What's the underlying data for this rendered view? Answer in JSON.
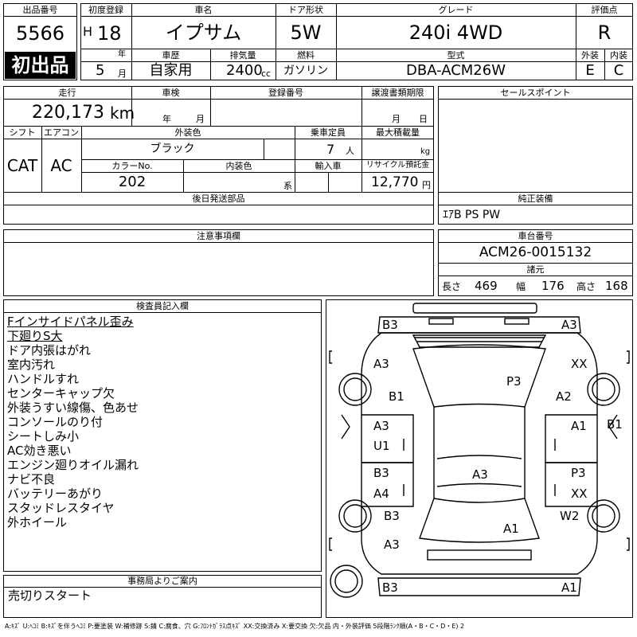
{
  "header": {
    "lot_label": "出品番号",
    "lot_number": "5566",
    "first_listing": "初出品",
    "reg_label": "初度登録",
    "reg_era": "H",
    "reg_year": "18",
    "reg_year_unit": "年",
    "reg_month": "5",
    "reg_month_unit": "月",
    "name_label": "車名",
    "car_name": "イプサム",
    "door_label": "ドア形状",
    "door": "5W",
    "grade_label": "グレード",
    "grade": "240i 4WD",
    "score_label": "評価点",
    "score": "R",
    "history_label": "車歴",
    "history": "自家用",
    "displacement_label": "排気量",
    "displacement": "2400",
    "displacement_unit": "cc",
    "fuel_label": "燃料",
    "fuel": "ガソリン",
    "model_label": "型式",
    "model": "DBA-ACM26W",
    "ext_label": "外装",
    "ext_grade": "E",
    "int_label": "内装",
    "int_grade": "C"
  },
  "row2": {
    "mileage_label": "走行",
    "mileage": "220,173",
    "mileage_unit": "km",
    "inspection_label": "車検",
    "insp_year_unit": "年",
    "insp_month_unit": "月",
    "plate_label": "登録番号",
    "transfer_label": "譲渡書類期限",
    "transfer_month_unit": "月",
    "transfer_day_unit": "日",
    "shift_label": "シフト",
    "shift": "CAT",
    "ac_label": "エアコン",
    "ac": "AC",
    "ext_color_label": "外装色",
    "ext_color": "ブラック",
    "capacity_label": "乗車定員",
    "capacity": "7",
    "capacity_unit": "人",
    "load_label": "最大積載量",
    "load_unit": "kg",
    "color_no_label": "カラーNo.",
    "color_no": "202",
    "int_color_label": "内装色",
    "int_color_unit": "系",
    "import_label": "輸入車",
    "recycle_label": "リサイクル預託金",
    "recycle": "12,770",
    "recycle_unit": "円",
    "later_parts_label": "後日発送部品"
  },
  "sales": {
    "label": "セールスポイント",
    "genuine_label": "純正装備",
    "genuine": "ｴｱB PS PW"
  },
  "notes": {
    "label": "注意事項欄"
  },
  "chassis": {
    "label": "車台番号",
    "number": "ACM26-0015132",
    "spec_label": "諸元",
    "length_label": "長さ",
    "length": "469",
    "width_label": "幅",
    "width": "176",
    "height_label": "高さ",
    "height": "168"
  },
  "inspector": {
    "label": "検査員記入欄",
    "lines": [
      "Fインサイドパネル歪み",
      "下廻りS大",
      "ドア内張はがれ",
      "室内汚れ",
      "ハンドルすれ",
      "センターキャップ欠",
      "外装うすい線傷、色あせ",
      "コンソールのり付",
      "シートしみ小",
      "AC効き悪い",
      "エンジン廻りオイル漏れ",
      "ナビ不良",
      "バッテリーあがり",
      "スタッドレスタイヤ",
      "外ホイール"
    ]
  },
  "office": {
    "label": "事務局よりご案内",
    "text": "売切りスタート"
  },
  "diagram": {
    "codes": [
      "B3",
      "A3",
      "A3",
      "XX",
      "P3",
      "B1",
      "A2",
      "A3",
      "A1",
      "B1",
      "U1",
      "B3",
      "P3",
      "A3",
      "A4",
      "XX",
      "B3",
      "W2",
      "A1",
      "A3",
      "B3",
      "A1"
    ]
  },
  "legend": "A:ｷｽﾞ U:ﾍｺﾐ B:ｷｽﾞを伴うﾍｺﾐ P:要塗装 W:補修跡 S:錆 C:腐食、穴 G:ﾌﾛﾝﾄｶﾞﾗｽ点ｷｽﾞ XX:交換済み X:要交換 欠:欠品 内・外装評価 5段階ﾗﾝｸ順(A・B・C・D・E) 2"
}
